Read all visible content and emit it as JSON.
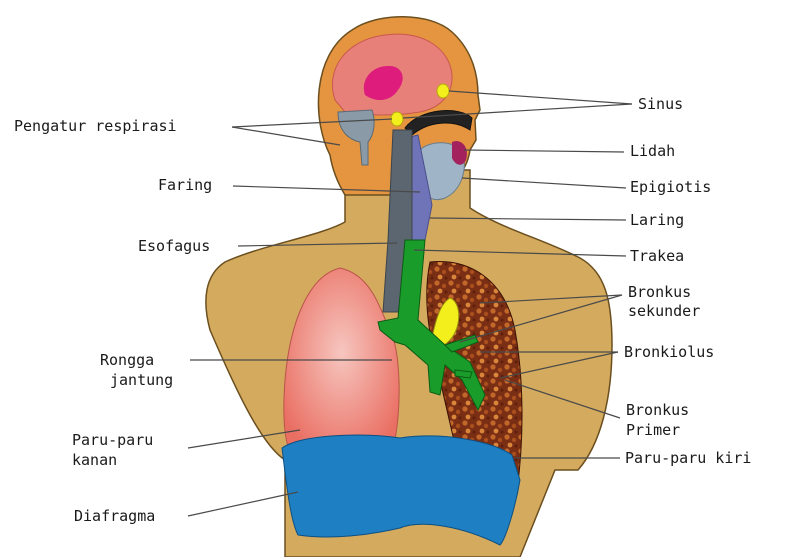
{
  "labels": {
    "pengatur_respirasi": "Pengatur respirasi",
    "faring": "Faring",
    "esofagus": "Esofagus",
    "rongga_jantung_1": "Rongga",
    "rongga_jantung_2": "jantung",
    "paru_kanan_1": "Paru-paru",
    "paru_kanan_2": "kanan",
    "diafragma": "Diafragma",
    "sinus": "Sinus",
    "lidah": "Lidah",
    "epigiotis": "Epigiotis",
    "laring": "Laring",
    "trakea": "Trakea",
    "bronkus_sekunder_1": "Bronkus",
    "bronkus_sekunder_2": "sekunder",
    "bronkiolus": "Bronkiolus",
    "bronkus_primer_1": "Bronkus",
    "bronkus_primer_2": "Primer",
    "paru_kiri": "Paru-paru kiri"
  },
  "colors": {
    "skin": "#d4ab5e",
    "head": "#e5953f",
    "brain": "#e8807a",
    "lung_right": "#f0857b",
    "lung_left": "#7a2e14",
    "diaphragm": "#1e7fc3",
    "trachea": "#1a9c2a",
    "esophagus": "#5c6670",
    "pharynx": "#6f73b8",
    "gland": "#f2ef1c"
  }
}
